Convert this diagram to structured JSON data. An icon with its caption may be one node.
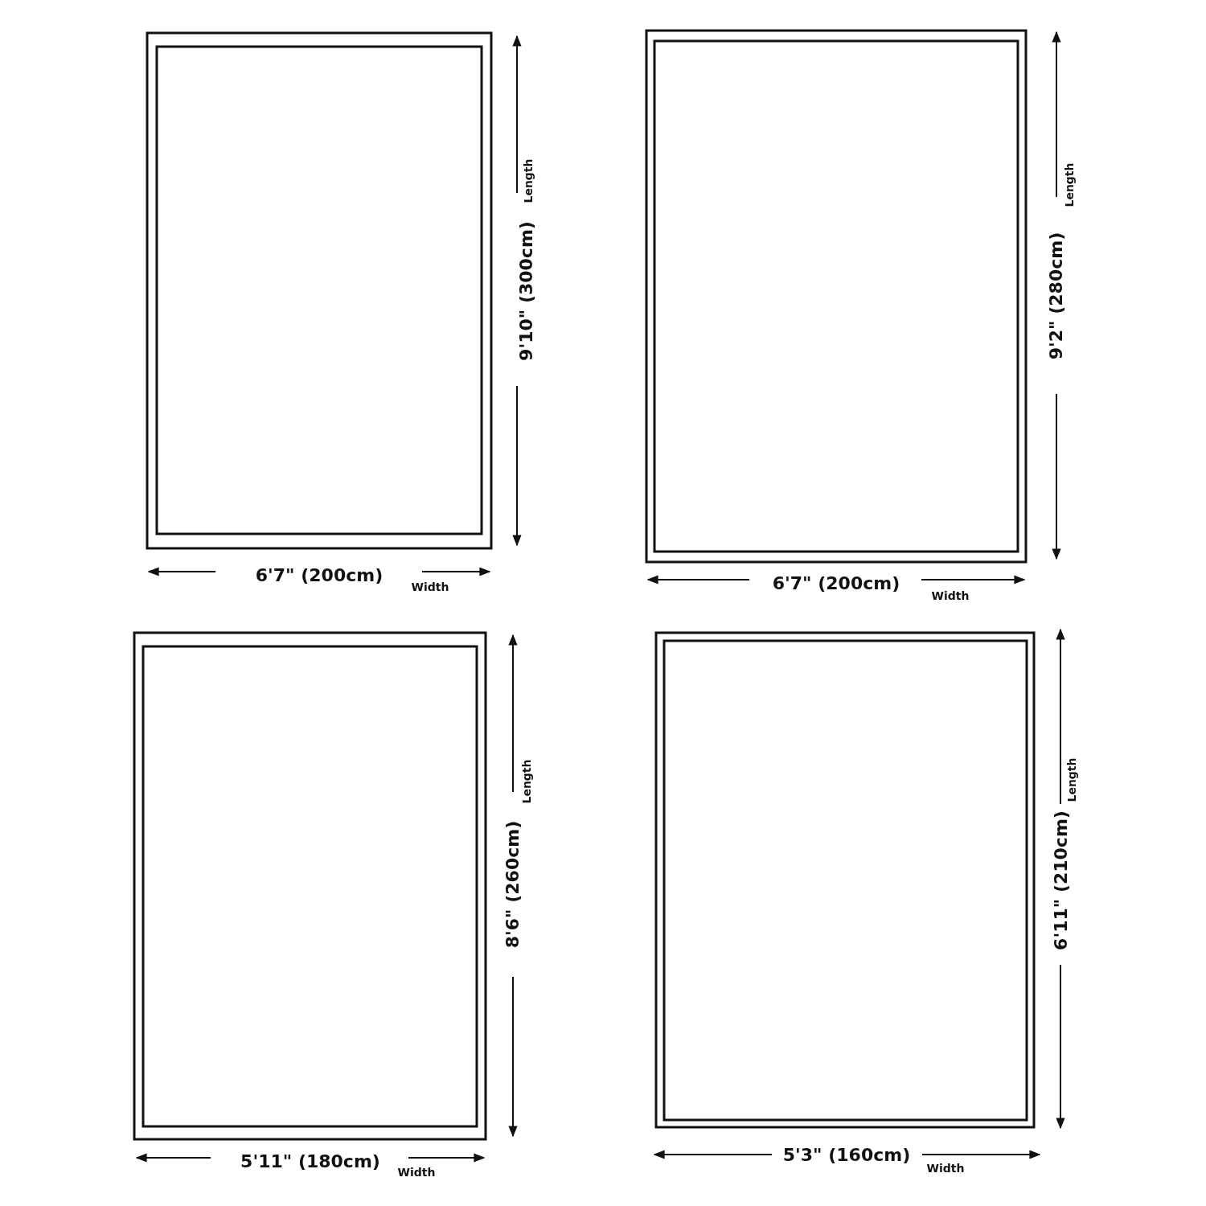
{
  "diagram": {
    "labels": [
      "Length",
      "9'10\" (300cm)",
      "6'7\" (200cm)",
      "Width",
      "Length",
      "9'2\" (280cm)",
      "6'7\" (200cm)",
      "Width",
      "Length",
      "8'6\" (260cm)",
      "5'11\" (180cm)",
      "Width",
      "Length",
      "6'11\" (210cm)",
      "5'3\" (160cm)",
      "Width"
    ]
  }
}
